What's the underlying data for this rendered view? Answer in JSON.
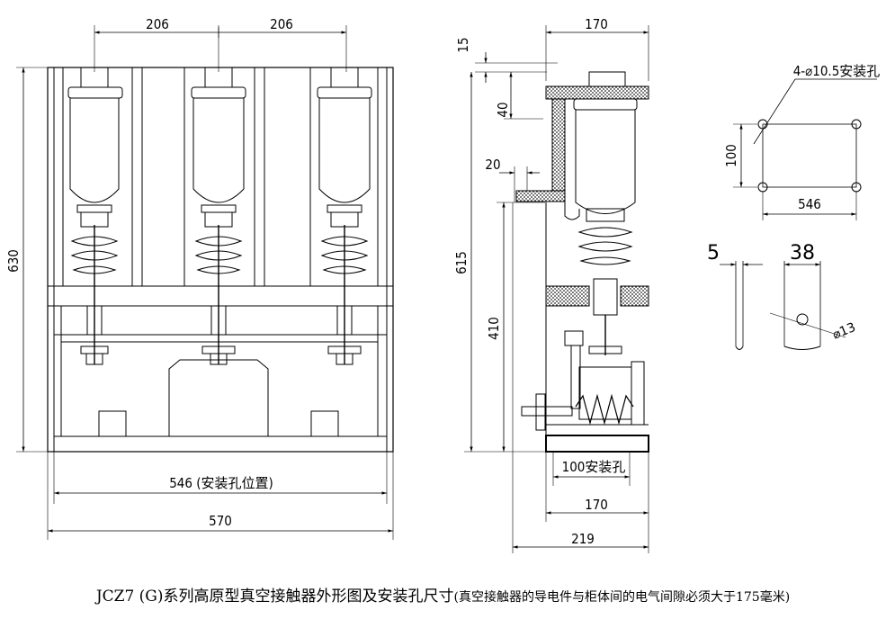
{
  "dims": {
    "front_pitch_left": "206",
    "front_pitch_right": "206",
    "front_height": "630",
    "front_mount_width": "546 (安装孔位置)",
    "front_total_width": "570",
    "side_top_width": "170",
    "side_15": "15",
    "side_40": "40",
    "side_20": "20",
    "side_615": "615",
    "side_410": "410",
    "side_mount": "100安装孔",
    "side_bottom_170": "170",
    "side_bottom_219": "219"
  },
  "holes": {
    "callout": "4-⌀10.5安装孔",
    "height": "100",
    "width": "546"
  },
  "terminal": {
    "thickness": "5",
    "width": "38",
    "hole": "⌀13"
  },
  "caption": {
    "main": "JCZ7 (G)",
    "text": "系列高原型真空接触器外形图及安装孔尺寸",
    "note": "(真空接触器的导电件与柜体间的电气间隙必须大于175毫米)"
  },
  "colors": {
    "line": "#000000",
    "hatch": "#555555"
  }
}
